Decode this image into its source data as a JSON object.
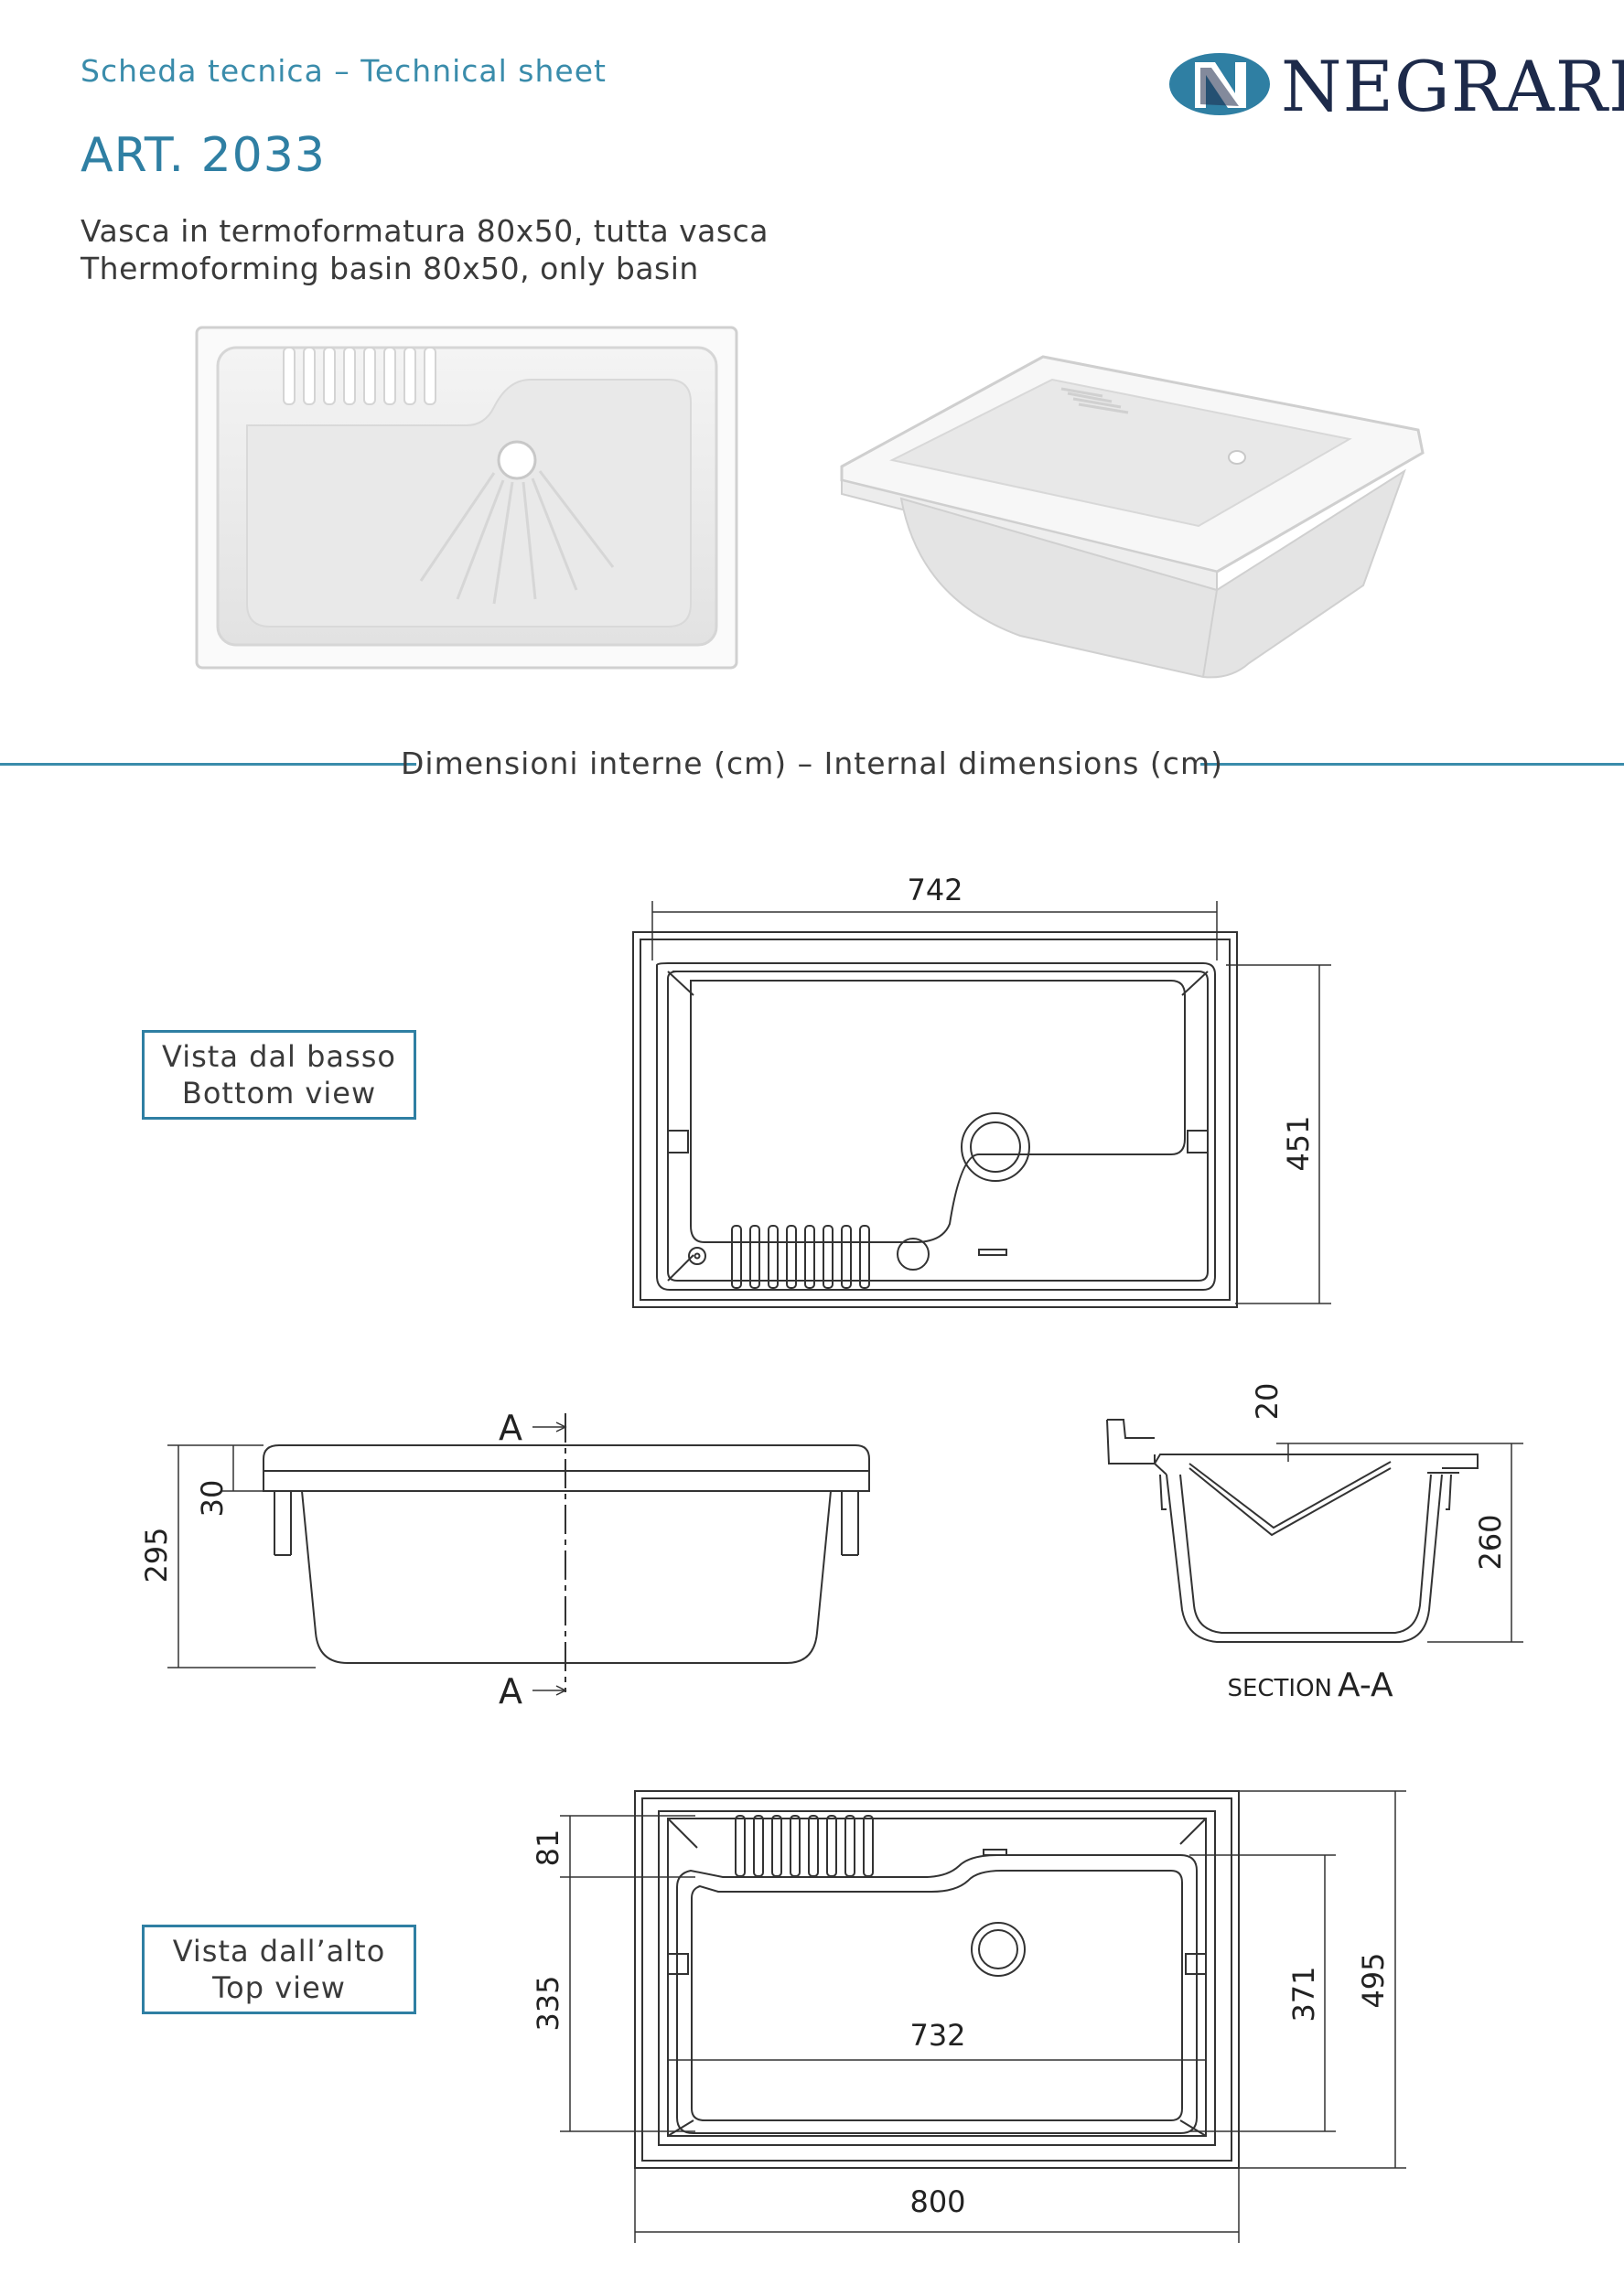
{
  "header": {
    "sheet_label": "Scheda tecnica – Technical sheet",
    "article": "ART. 2033",
    "description_it": "Vasca in termoformatura 80x50, tutta vasca",
    "description_en": "Thermoforming basin 80x50, only basin",
    "brand": "NEGRARI"
  },
  "section": {
    "title": "Dimensioni interne (cm) – Internal dimensions (cm)"
  },
  "views": {
    "bottom_it": "Vista dal basso",
    "bottom_en": "Bottom view",
    "top_it": "Vista dall’alto",
    "top_en": "Top view"
  },
  "dimensions": {
    "bottom_width": "742",
    "bottom_depth": "451",
    "side_height": "295",
    "side_rim": "30",
    "section_marker_top": "A",
    "section_marker_bottom": "A",
    "section_rim": "20",
    "section_height": "260",
    "section_label_prefix": "SECTION",
    "section_label_suffix": "A-A",
    "top_ribs": "81",
    "top_inner_depth": "335",
    "top_inner_width": "732",
    "top_basin_depth": "371",
    "top_total_depth": "495",
    "top_total_width": "800"
  },
  "colors": {
    "accent": "#2f7fa3",
    "logo_dark": "#1d2a4a"
  }
}
